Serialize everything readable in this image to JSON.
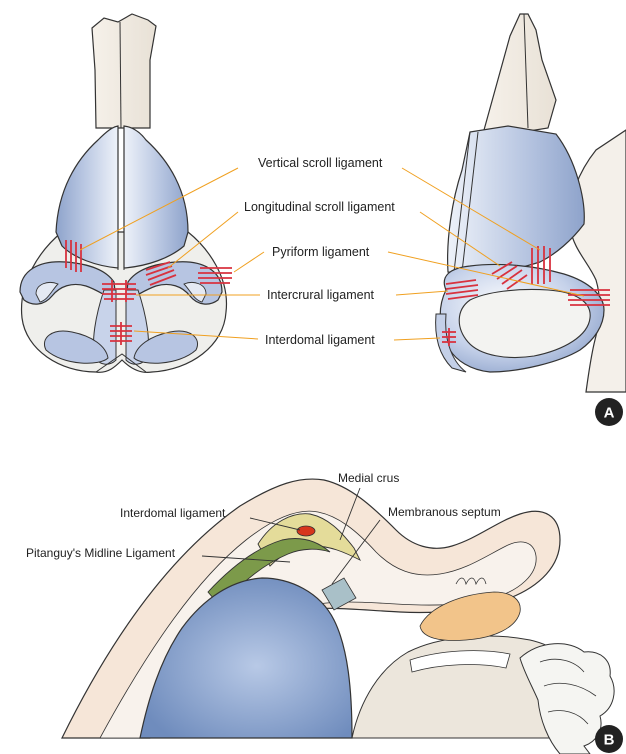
{
  "panel_a": {
    "labels": {
      "vertical_scroll": "Vertical scroll ligament",
      "longitudinal_scroll": "Longitudinal scroll ligament",
      "pyriform": "Pyriform ligament",
      "intercrural": "Intercrural ligament",
      "interdomal": "Interdomal ligament"
    },
    "badge": "A"
  },
  "panel_b": {
    "labels": {
      "medial_crus": "Medial crus",
      "interdomal": "Interdomal ligament",
      "membranous_septum": "Membranous septum",
      "pitanguy": "Pitanguy's Midline Ligament"
    },
    "badge": "B"
  },
  "colors": {
    "cartilage_blue": "#a9b9d8",
    "skin": "#f1ece6",
    "ligament_red": "#d8323f",
    "leader_orange": "#f0a020",
    "pitanguy_green": "#7c9a4a",
    "pitanguy_red": "#d7361c"
  }
}
